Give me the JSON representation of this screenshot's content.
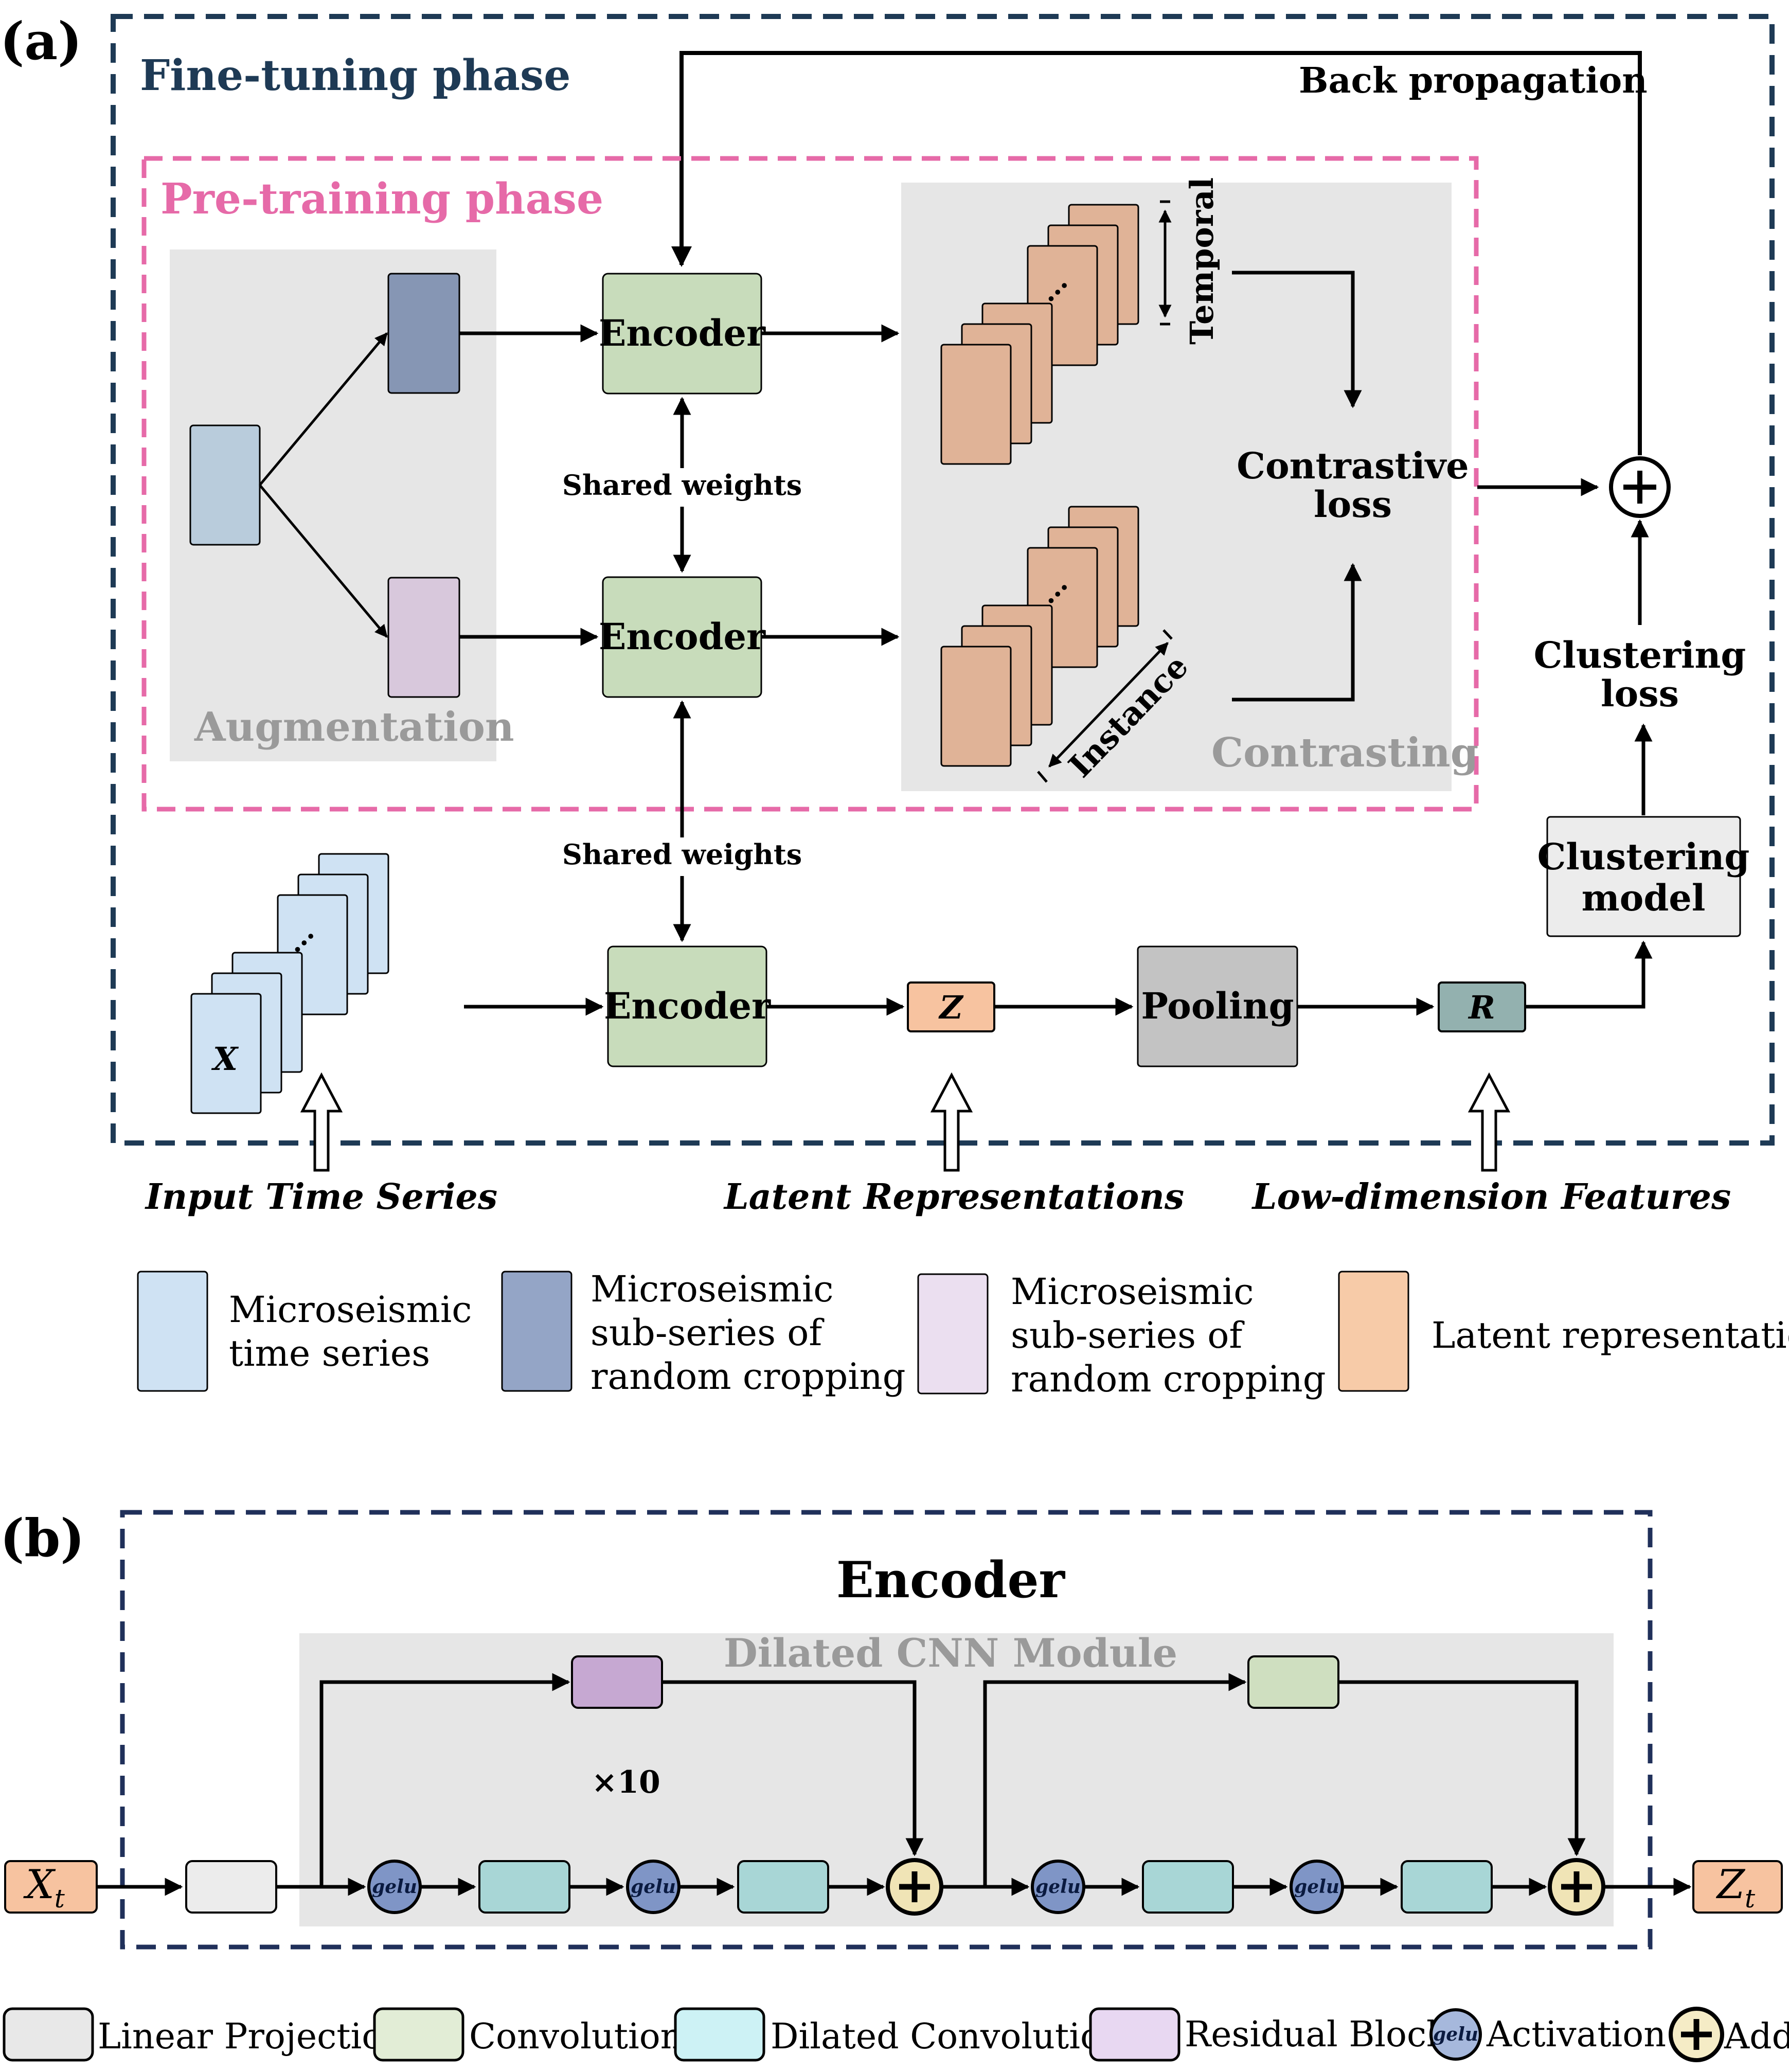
{
  "panel_a": {
    "label": "(a)",
    "fine_tuning_title": "Fine-tuning phase",
    "back_propagation": "Back propagation",
    "pretraining_title": "Pre-training phase",
    "augmentation": "Augmentation",
    "contrasting": "Contrasting",
    "encoder": "Encoder",
    "shared_weights": "Shared weights",
    "temporal": "Temporal",
    "instance": "Instance",
    "contrastive_loss": [
      "Contrastive",
      "loss"
    ],
    "clustering_loss": [
      "Clustering",
      "loss"
    ],
    "clustering_model": [
      "Clustering",
      "model"
    ],
    "pooling": "Pooling",
    "x_label": "X",
    "z_label": "Z",
    "r_label": "R",
    "ellipsis": "...",
    "input_time_series": "Input Time Series",
    "latent_representations": "Latent Representations",
    "low_dimension_features": "Low-dimension Features",
    "legend": [
      {
        "lines": [
          "Microseismic",
          "time series"
        ],
        "color": "#cfe2f3"
      },
      {
        "lines": [
          "Microseismic",
          "sub-series of",
          "random cropping"
        ],
        "color": "#94a5c6"
      },
      {
        "lines": [
          "Microseismic",
          "sub-series of",
          "random cropping"
        ],
        "color": "#ebdff0"
      },
      {
        "lines": [
          "Latent representation"
        ],
        "color": "#f7cba8"
      }
    ]
  },
  "panel_b": {
    "label": "(b)",
    "encoder_title": "Encoder",
    "module_title": "Dilated CNN Module",
    "repeat": "×10",
    "gelu": "gelu",
    "xt_main": "X",
    "xt_sub": "t",
    "zt_main": "Z",
    "zt_sub": "t",
    "legend": [
      {
        "label": "Linear Projection",
        "color": "#e8e8e8"
      },
      {
        "label": "Convolution",
        "color": "#e2edd6"
      },
      {
        "label": "Dilated Convolution",
        "color": "#cdf2f5"
      },
      {
        "label": "Residual Block",
        "color": "#e8d8f2"
      },
      {
        "label": "Activation",
        "color": "#a6b8dc"
      },
      {
        "label": "Add",
        "color": "#f5ecc6"
      }
    ]
  },
  "colors": {
    "encoder_fill": "#c8dcbb",
    "latent_fill": "#e0b397",
    "ts_fill": "#cfe2f3",
    "aug_left": "#b9ccdc",
    "aug_top": "#8696b4",
    "aug_bottom": "#d8c8dc",
    "pooling_fill": "#c3c3c3",
    "r_fill": "#93b1af",
    "z_fill": "#f7c3a0",
    "gray_panel": "#e6e6e6",
    "fine_tune_border": "#1e3a55",
    "pretrain_border": "#e66aa8",
    "pretrain_text": "#e66aa8",
    "encoder_b_border": "#20305a",
    "dilated_conv": "#a8d6d6",
    "conv_green": "#cfdfc0",
    "residual_purple": "#c6a8d2",
    "gelu_fill": "#7f95c6",
    "add_fill": "#f0e4b6",
    "linear_fill": "#ececec"
  }
}
